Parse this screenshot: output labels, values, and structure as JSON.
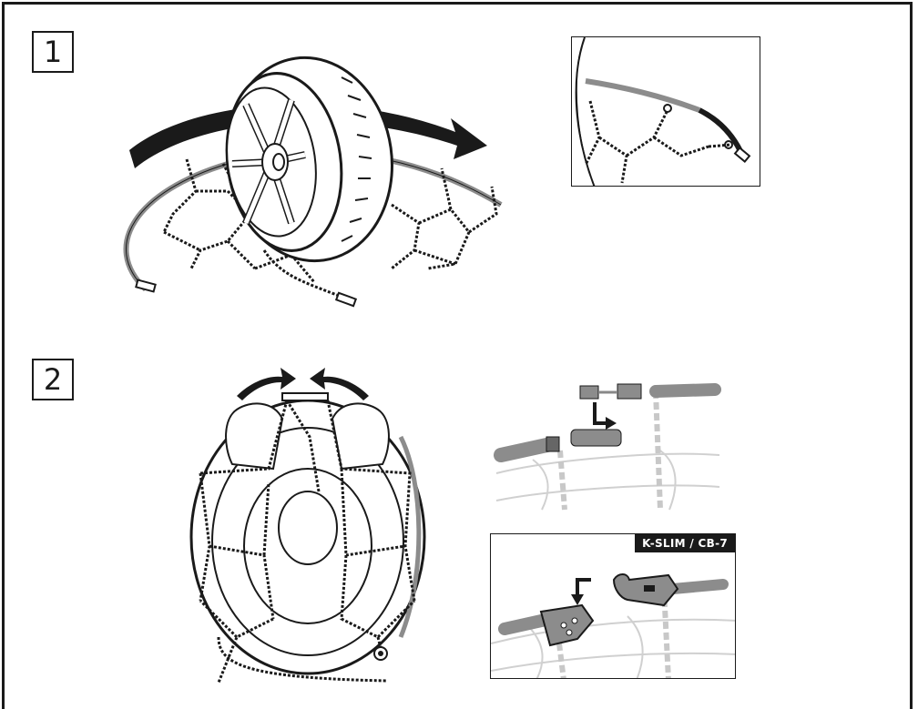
{
  "steps": [
    {
      "number": "1"
    },
    {
      "number": "2"
    }
  ],
  "panels": {
    "kslim_badge": "K-SLIM / CB-7"
  },
  "colors": {
    "ink": "#1a1a1a",
    "rubber": "#8c8c8c",
    "tyre_ghost": "#d0d0d0"
  }
}
